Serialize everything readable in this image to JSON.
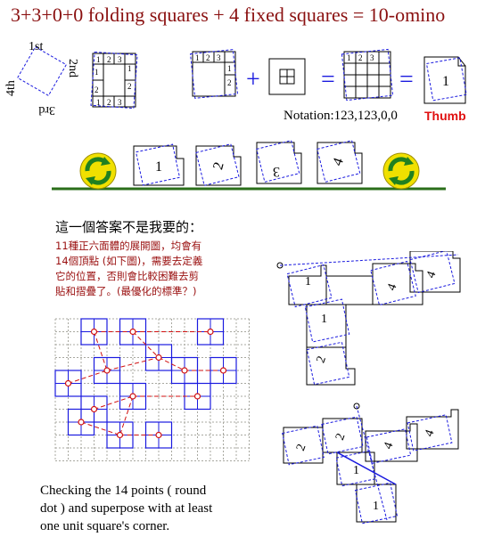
{
  "title": "3+3+0+0 folding squares + 4 fixed squares = 10-omino",
  "orientation": {
    "first": "1st",
    "second": "2nd",
    "third": "3rd",
    "fourth": "4th"
  },
  "equation": {
    "plus": "+",
    "equals": "="
  },
  "notation": "Notation:123,123,0,0",
  "thumb_label": "Thumb",
  "digits": {
    "one": "1",
    "two": "2",
    "three": "3",
    "four": "4"
  },
  "chinese": {
    "heading": "這一個答案不是我要的：",
    "lines": [
      "11種正六面體的展開圖，均會有",
      "14個頂點 (如下圖)，需要去定義",
      "它的位置，否則會比較困難去剪",
      "貼和摺疊了。(最優化的標準？)"
    ]
  },
  "checking": {
    "lines": [
      "Checking the 14 points ( round",
      "dot ) and superpose with at least",
      "one unit square's corner."
    ]
  },
  "colors": {
    "title": "#8a1010",
    "thumb": "#e01010",
    "chinese_body": "#9a1010",
    "blue": "#1a1adf",
    "red_dash": "#d01010",
    "ground": "#2a6e1a",
    "recycle_yellow": "#f0e000",
    "recycle_green": "#208020"
  }
}
